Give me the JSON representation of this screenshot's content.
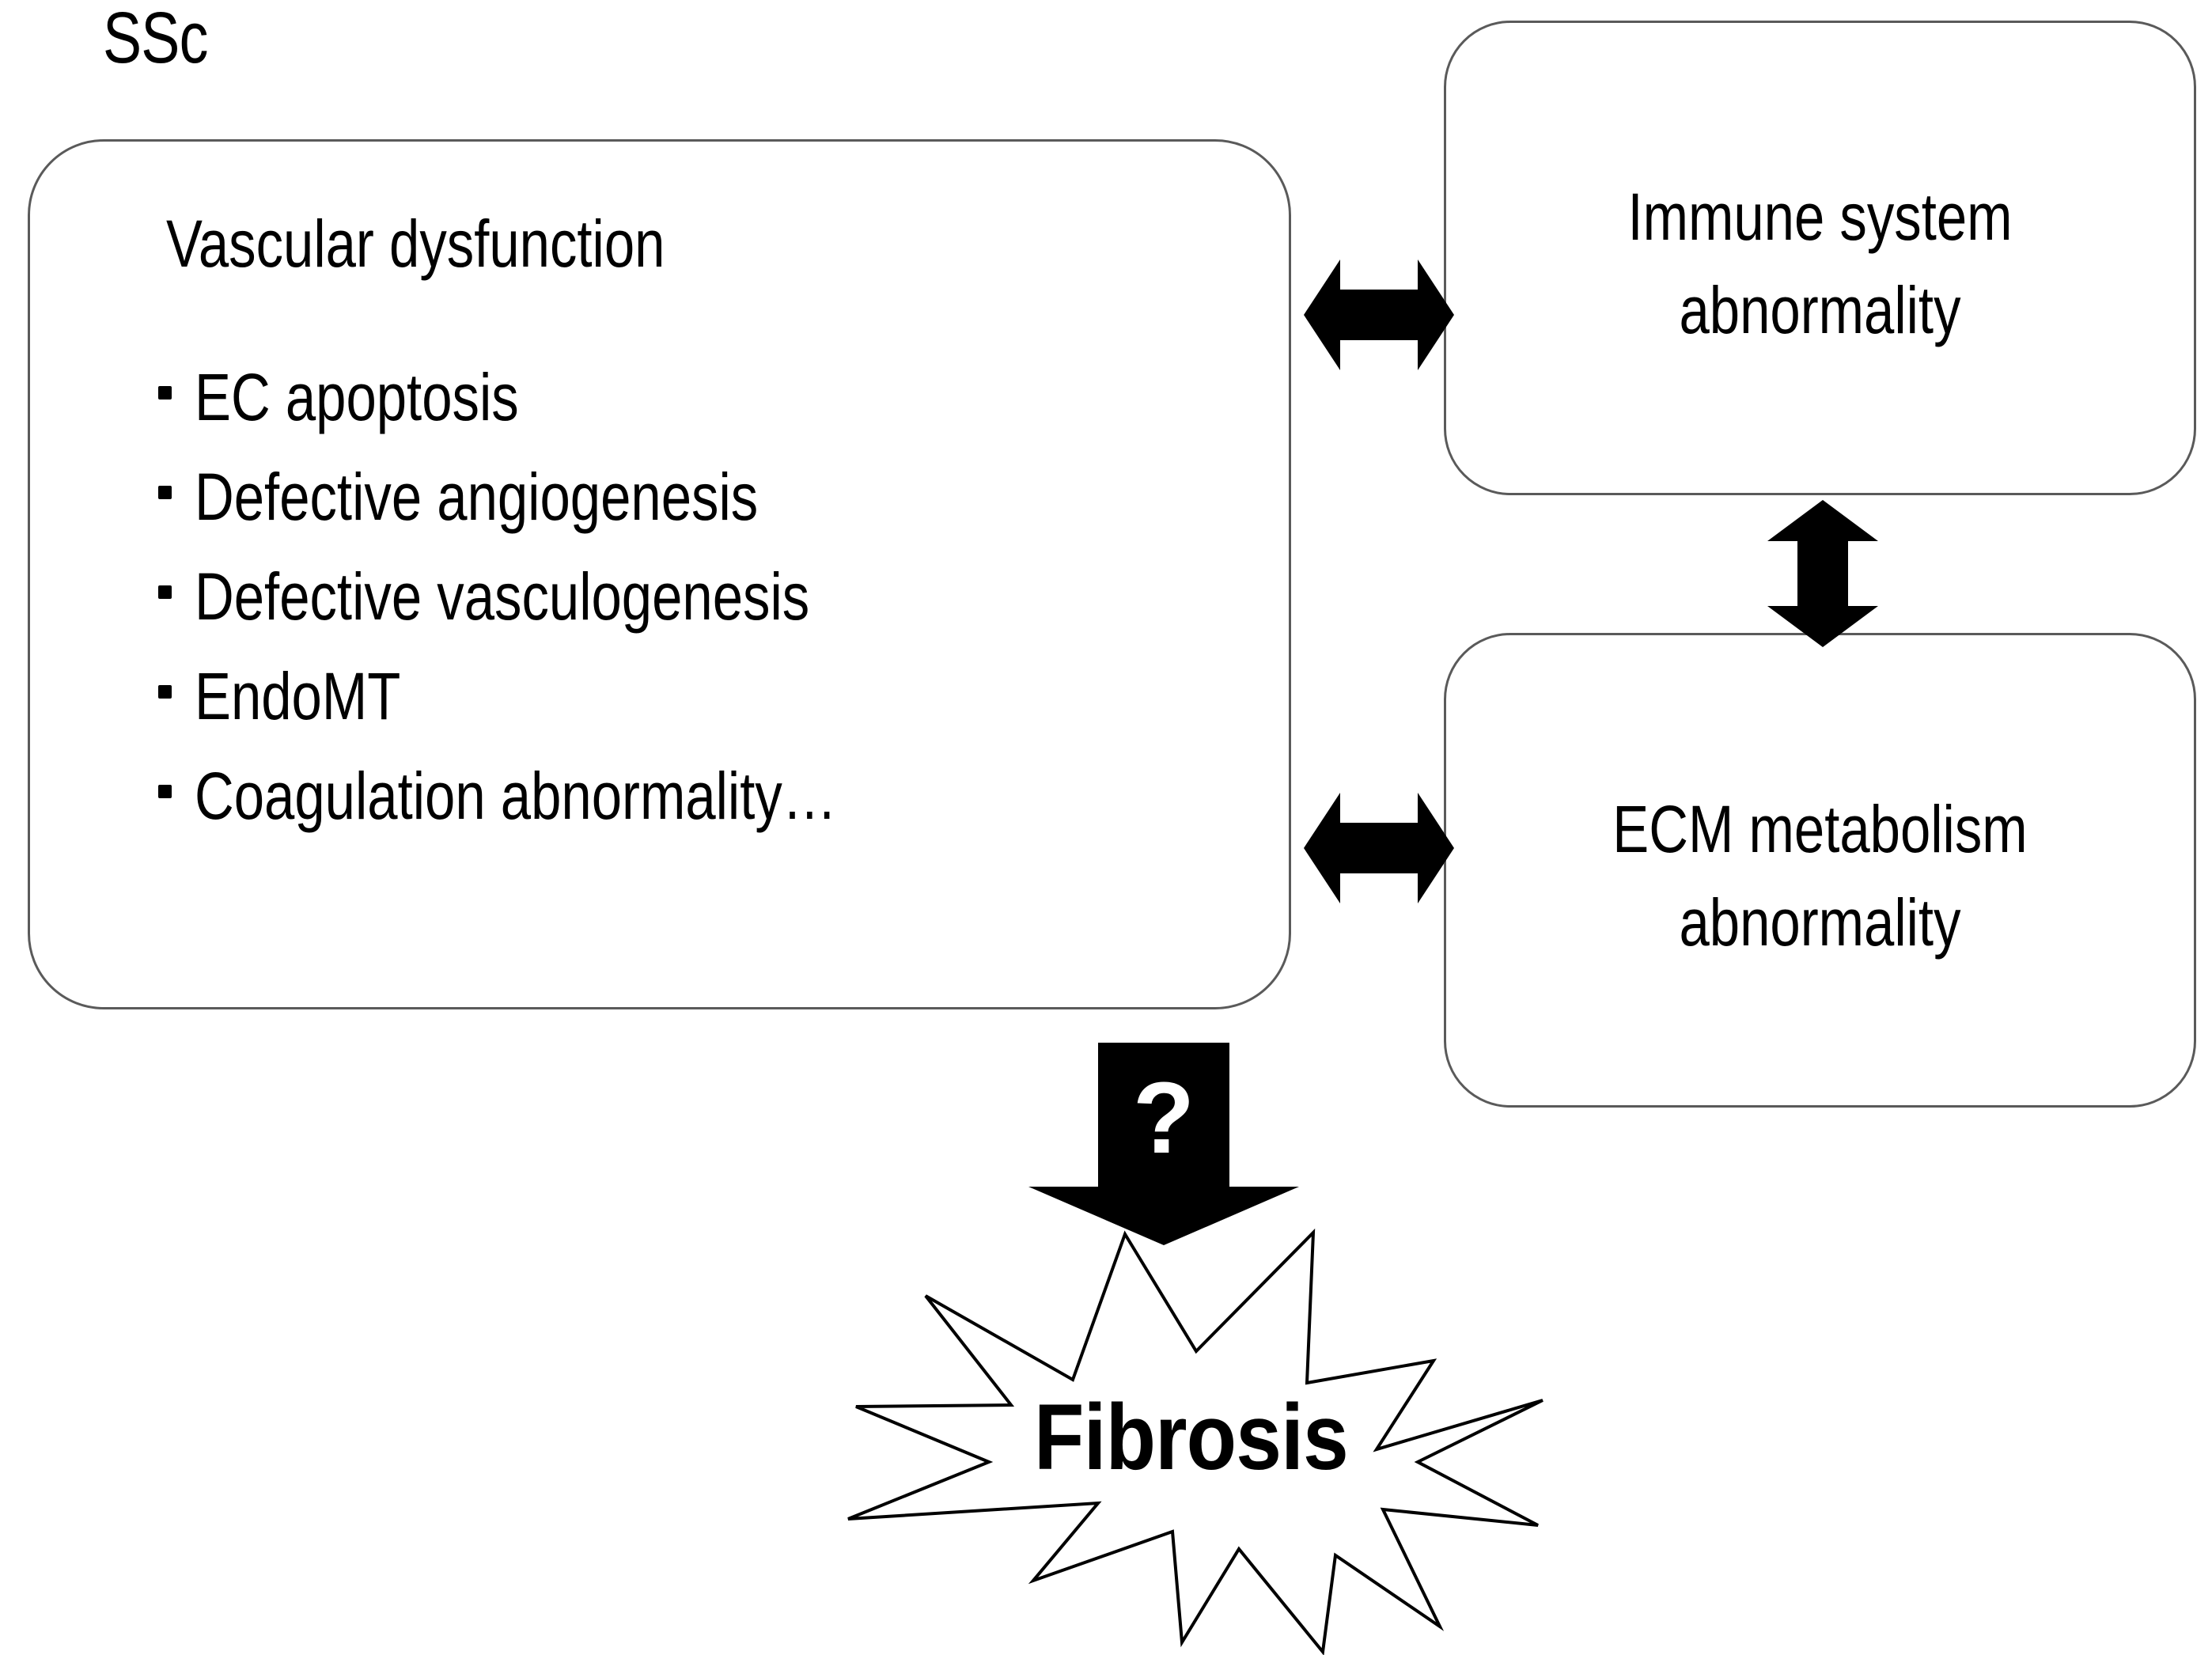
{
  "diagram": {
    "disease_label": "SSc",
    "boxes": {
      "vascular": {
        "heading": "Vascular dysfunction",
        "bullet_marker": "・",
        "items": [
          "EC apoptosis",
          "Defective angiogenesis",
          "Defective vasculogenesis",
          "EndoMT",
          "Coagulation abnormality…"
        ]
      },
      "immune": {
        "line1": "Immune system",
        "line2": "abnormality"
      },
      "ecm": {
        "line1": "ECM metabolism",
        "line2": "abnormality"
      }
    },
    "arrows": {
      "vascular_immune": "double-headed-horizontal-arrow",
      "vascular_ecm": "double-headed-horizontal-arrow",
      "immune_ecm": "double-headed-vertical-arrow",
      "to_fibrosis": "down-block-arrow",
      "to_fibrosis_label": "?"
    },
    "outcome": {
      "label": "Fibrosis",
      "shape": "explosion-burst"
    },
    "colors": {
      "background": "#ffffff",
      "box_border": "#5a5a5a",
      "text": "#000000",
      "arrow_fill": "#000000"
    }
  }
}
